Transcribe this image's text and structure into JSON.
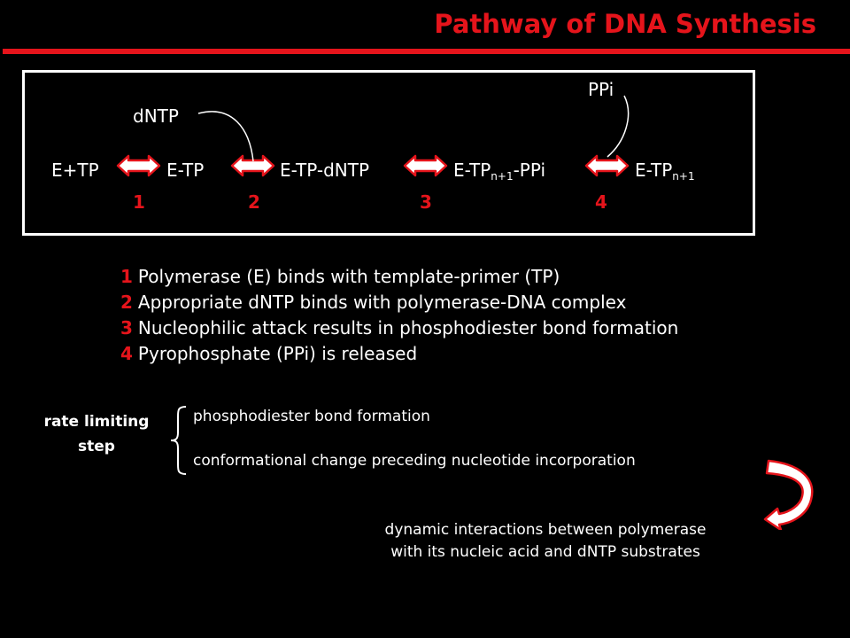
{
  "title": "Pathway of DNA Synthesis",
  "scheme": {
    "species": [
      {
        "main": "E+TP",
        "sub": "",
        "tail": ""
      },
      {
        "main": "E-TP",
        "sub": "",
        "tail": ""
      },
      {
        "main": "E-TP-dNTP",
        "sub": "",
        "tail": ""
      },
      {
        "main": "E-TP",
        "sub": "n+1",
        "tail": "-PPi"
      },
      {
        "main": "E-TP",
        "sub": "n+1",
        "tail": ""
      }
    ],
    "step_numbers": [
      "1",
      "2",
      "3",
      "4"
    ],
    "incoming": "dNTP",
    "outgoing": "PPi"
  },
  "legend": [
    {
      "num": "1",
      "text": "Polymerase (E) binds with template-primer (TP)"
    },
    {
      "num": "2",
      "text": "Appropriate dNTP binds with polymerase-DNA complex"
    },
    {
      "num": "3",
      "text": "Nucleophilic attack results in phosphodiester bond formation"
    },
    {
      "num": "4",
      "text": "Pyrophosphate (PPi) is released"
    }
  ],
  "rate_limiting": {
    "label_line1": "rate limiting",
    "label_line2": "step",
    "options": [
      "phosphodiester bond formation",
      "conformational change preceding nucleotide incorporation"
    ]
  },
  "conclusion": {
    "line1": "dynamic interactions between polymerase",
    "line2": "with its nucleic acid and dNTP substrates"
  },
  "colors": {
    "accent": "#e5141b",
    "text": "#ffffff",
    "background": "#000000"
  }
}
